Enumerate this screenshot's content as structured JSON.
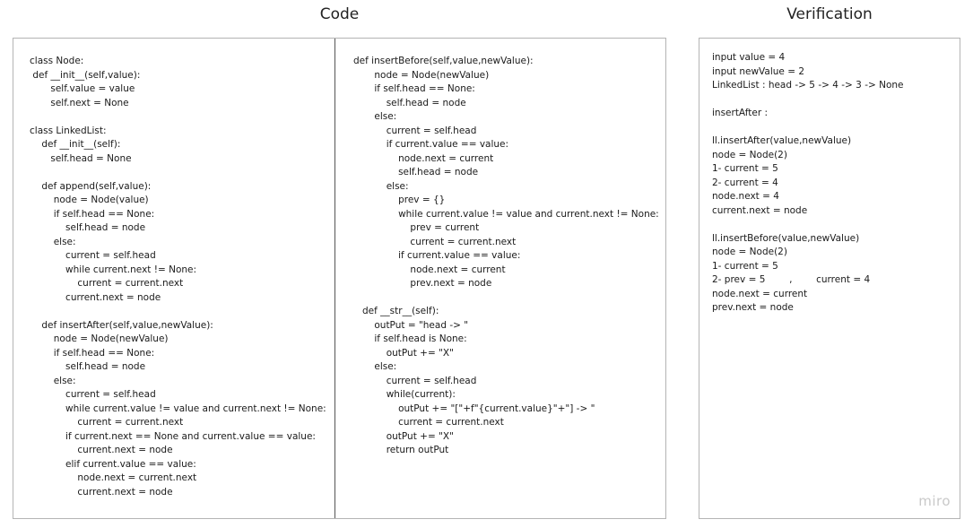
{
  "code_frame": {
    "title": "Code",
    "left_code": "class Node:\n def __init__(self,value):\n       self.value = value\n       self.next = None\n\nclass LinkedList:\n    def __init__(self):\n       self.head = None\n\n    def append(self,value):\n        node = Node(value)\n        if self.head == None:\n            self.head = node\n        else:\n            current = self.head\n            while current.next != None:\n                current = current.next\n            current.next = node\n\n    def insertAfter(self,value,newValue):\n        node = Node(newValue)\n        if self.head == None:\n            self.head = node\n        else:\n            current = self.head\n            while current.value != value and current.next != None:\n                current = current.next\n            if current.next == None and current.value == value:\n                current.next = node\n            elif current.value == value:\n                node.next = current.next\n                current.next = node",
    "right_code": "def insertBefore(self,value,newValue):\n       node = Node(newValue)\n       if self.head == None:\n           self.head = node\n       else:\n           current = self.head\n           if current.value == value:\n               node.next = current\n               self.head = node\n           else:\n               prev = {}\n               while current.value != value and current.next != None:\n                   prev = current\n                   current = current.next\n               if current.value == value:\n                   node.next = current\n                   prev.next = node\n\n   def __str__(self):\n       outPut = \"head -> \"\n       if self.head is None:\n           outPut += \"X\"\n       else:\n           current = self.head\n           while(current):\n               outPut += \"[\"+f\"{current.value}\"+\"] -> \"\n               current = current.next\n           outPut += \"X\"\n           return outPut"
  },
  "verification_frame": {
    "title": "Verification",
    "text": "input value = 4\ninput newValue = 2\nLinkedList : head -> 5 -> 4 -> 3 -> None\n\ninsertAfter :\n\nll.insertAfter(value,newValue)\nnode = Node(2)\n1- current = 5\n2- current = 4\nnode.next = 4\ncurrent.next = node\n\nll.insertBefore(value,newValue)\nnode = Node(2)\n1- current = 5\n2- prev = 5        ,        current = 4\nnode.next = current\nprev.next = node"
  },
  "watermark": "miro"
}
